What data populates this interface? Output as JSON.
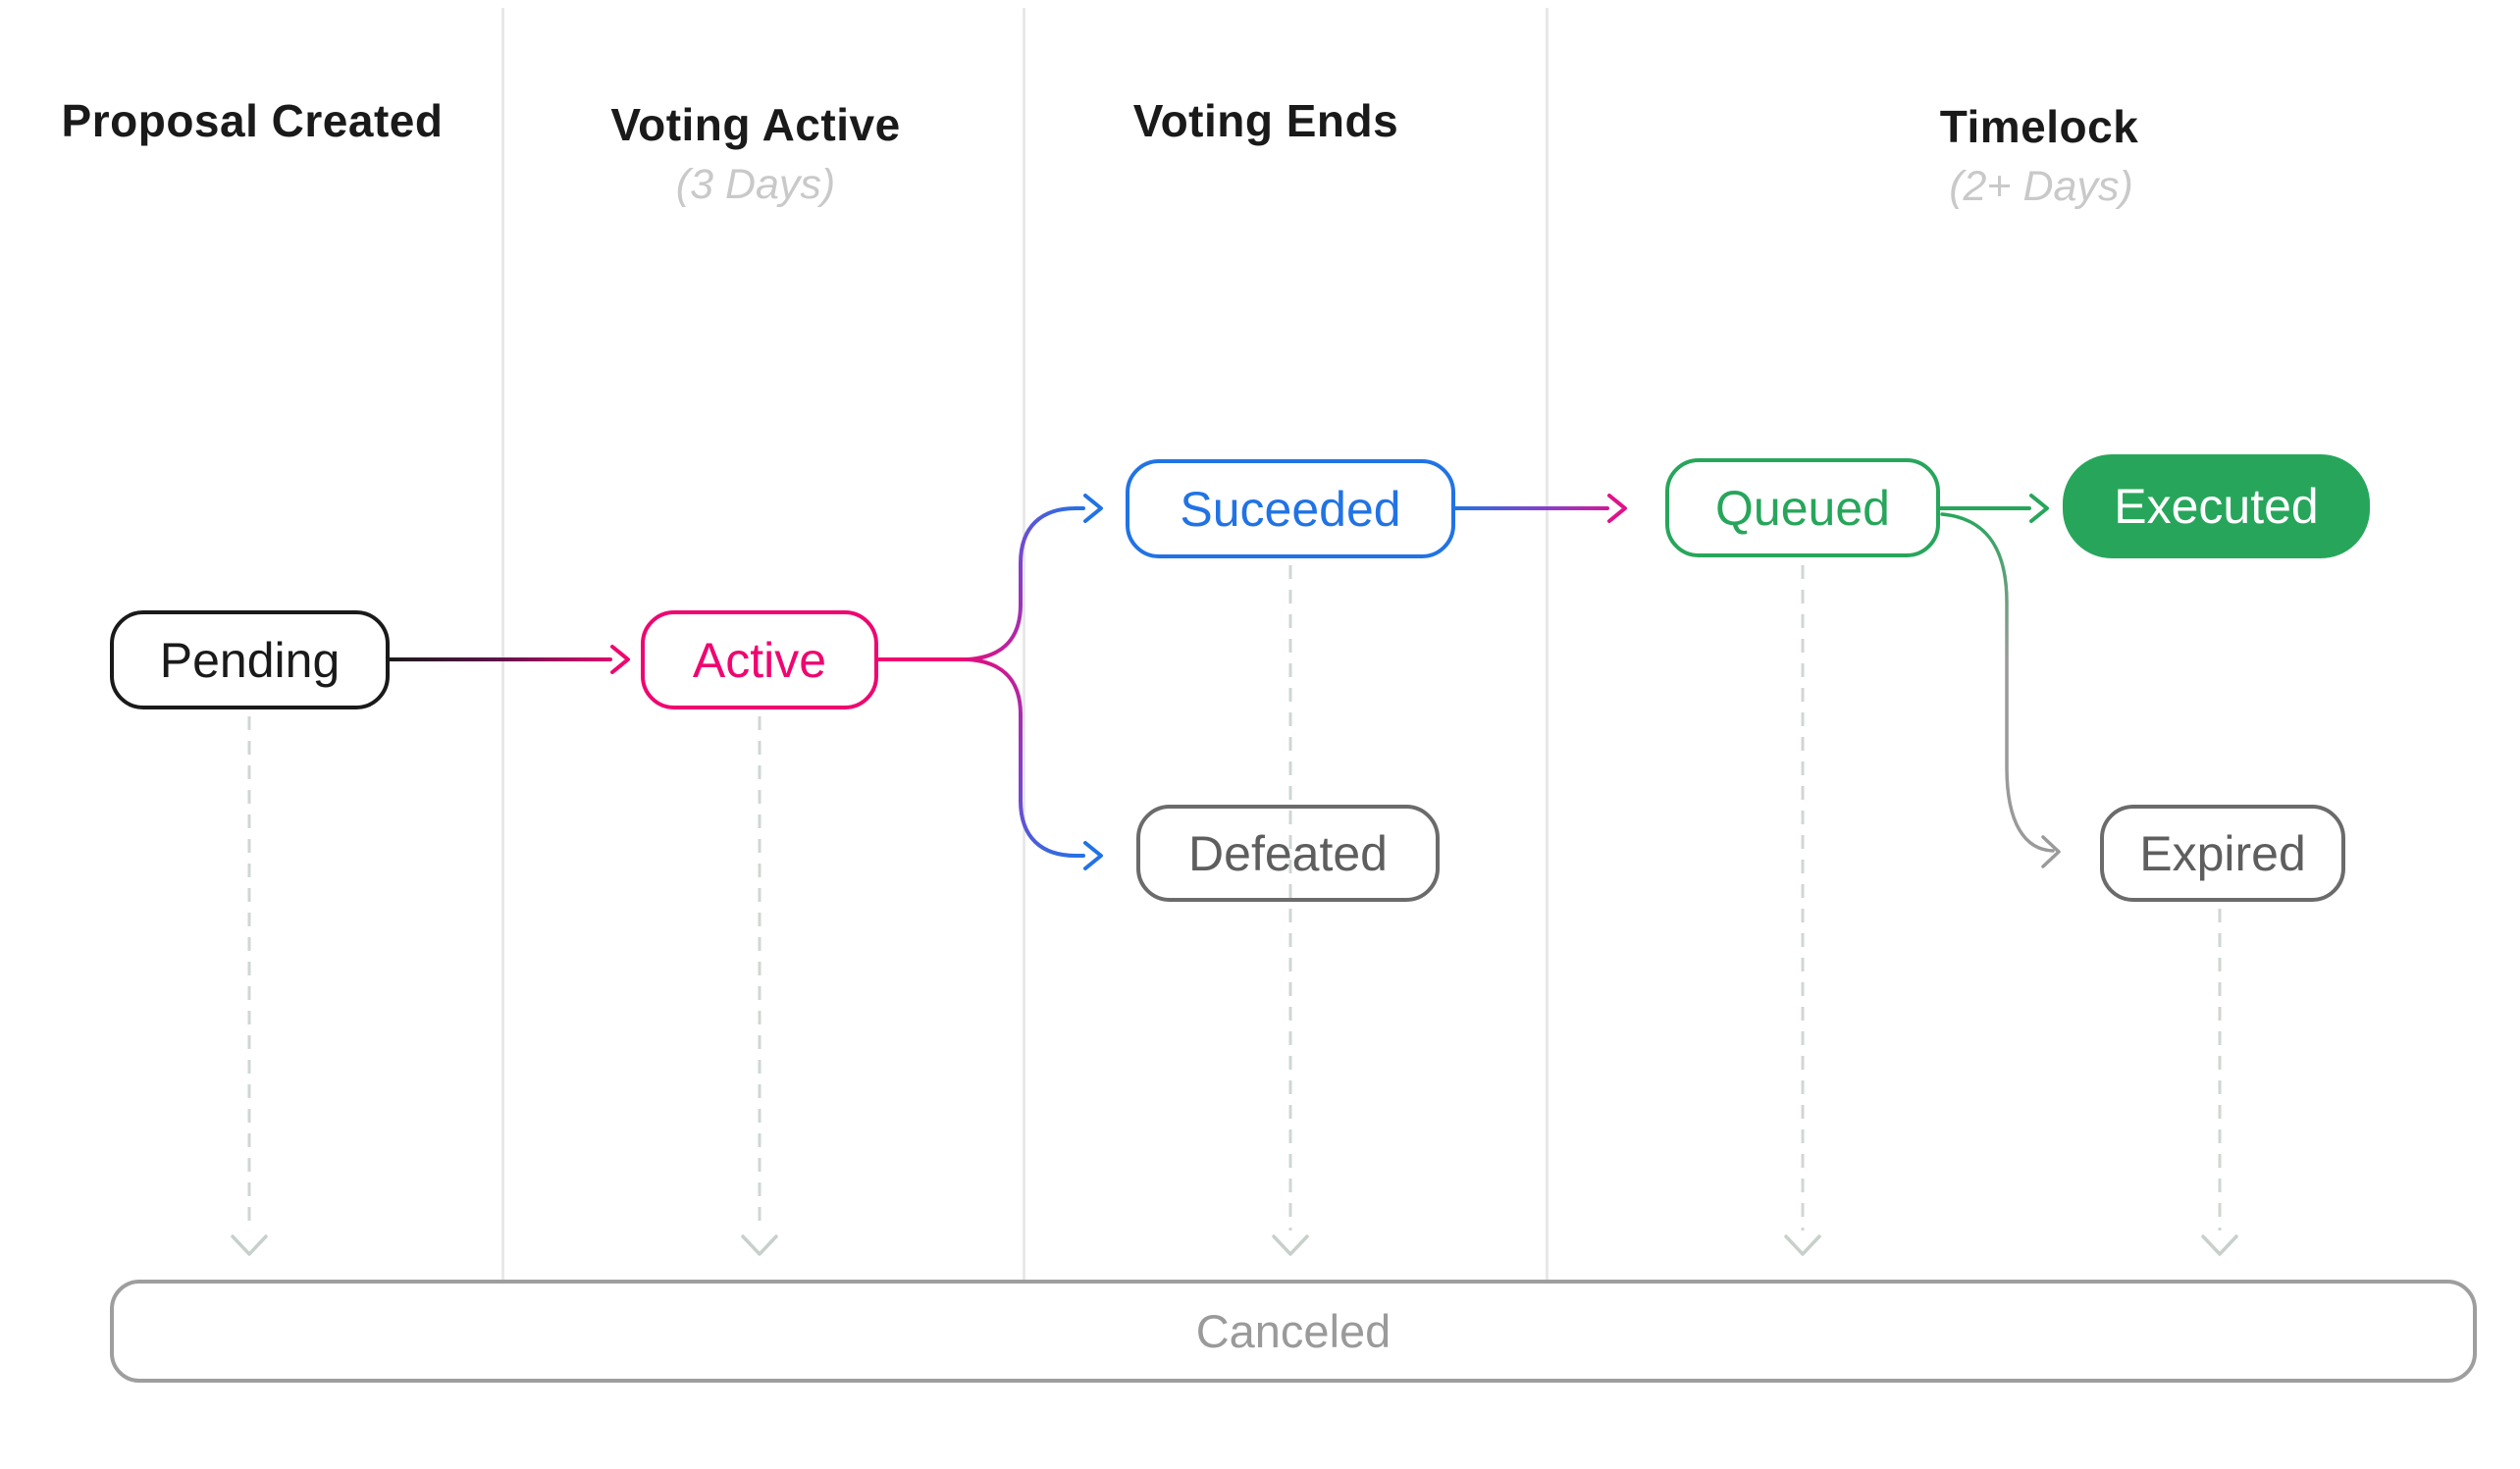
{
  "header": {
    "col1": {
      "label": "Proposal Created"
    },
    "col2": {
      "label": "Voting Active",
      "sublabel": "(3 Days)"
    },
    "col3": {
      "label": "Voting Ends"
    },
    "col4": {
      "label": "Timelock",
      "sublabel": "(2+ Days)"
    }
  },
  "states": {
    "pending": {
      "label": "Pending"
    },
    "active": {
      "label": "Active"
    },
    "succeeded": {
      "label": "Suceeded"
    },
    "defeated": {
      "label": "Defeated"
    },
    "queued": {
      "label": "Queued"
    },
    "executed": {
      "label": "Executed"
    },
    "expired": {
      "label": "Expired"
    },
    "canceled": {
      "label": "Canceled"
    }
  },
  "colors": {
    "pink": "#EF0670",
    "blue": "#2173E5",
    "purple": "#8B3DC9",
    "magenta": "#E01289",
    "green": "#27A65B",
    "node_gray_border": "#6B6B6B",
    "node_gray_text": "#5E5E5E",
    "muted_gray": "#9A9A9A",
    "dash_line": "#CFD7D2",
    "dash_arrow": "#C7D0CA",
    "separator": "#E8E8E8",
    "ink": "#1A1A1A",
    "sublabel_gray": "#C9C9C9"
  }
}
